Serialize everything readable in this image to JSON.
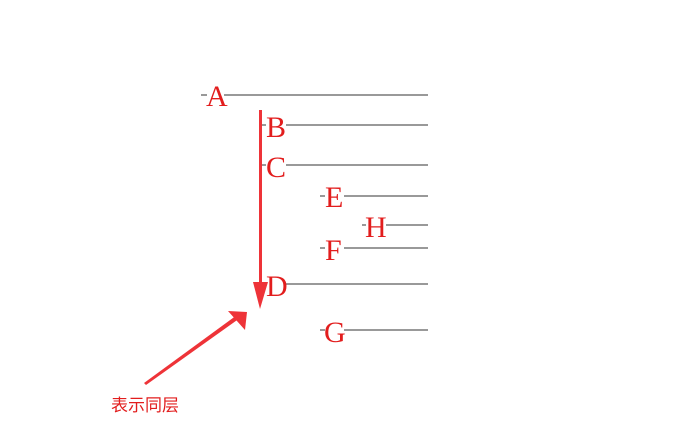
{
  "colors": {
    "label": "#e21d1d",
    "line": "#333333",
    "arrow": "#ee3338",
    "background": "#ffffff"
  },
  "nodes": [
    {
      "id": "A",
      "label": "A"
    },
    {
      "id": "B",
      "label": "B"
    },
    {
      "id": "C",
      "label": "C"
    },
    {
      "id": "E",
      "label": "E"
    },
    {
      "id": "H",
      "label": "H"
    },
    {
      "id": "F",
      "label": "F"
    },
    {
      "id": "D",
      "label": "D"
    },
    {
      "id": "G",
      "label": "G"
    }
  ],
  "annotation": {
    "text": "表示同层"
  }
}
